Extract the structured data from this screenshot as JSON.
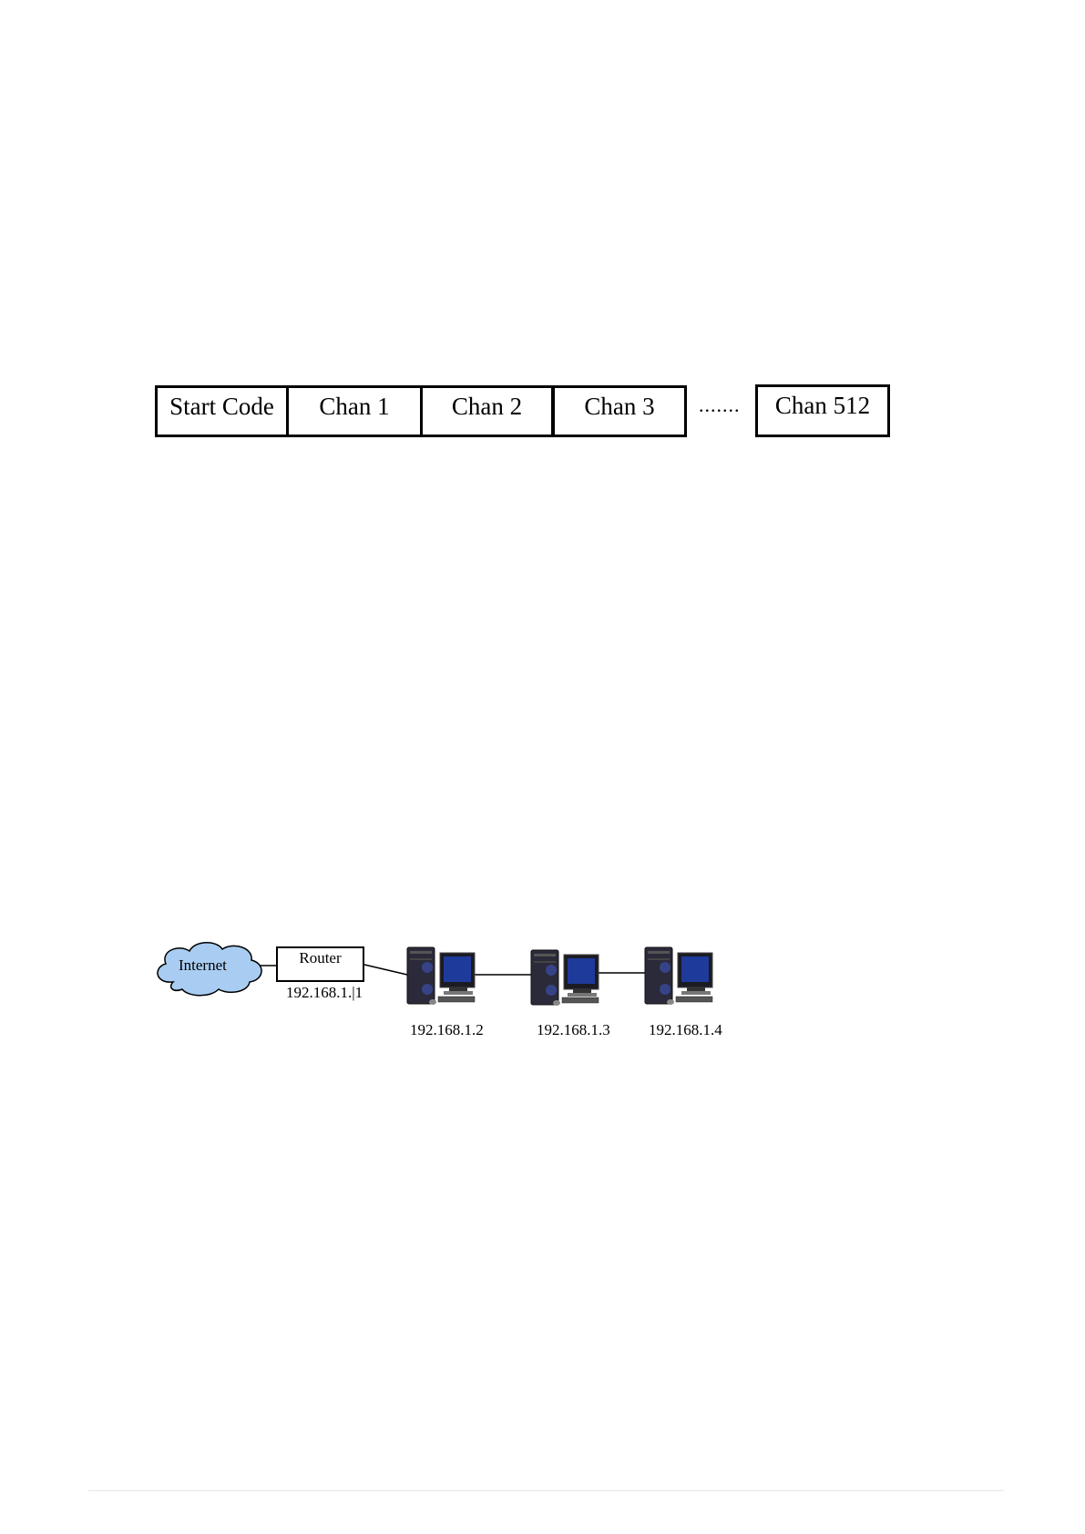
{
  "dmx_frame": {
    "start_label": "Start Code",
    "chan1_label": "Chan 1",
    "chan2_label": "Chan 2",
    "chan3_label": "Chan 3",
    "ellipsis": ".......",
    "chan512_label": "Chan 512"
  },
  "network": {
    "cloud_label": "Internet",
    "router_label": "Router",
    "router_ip": "192.168.1.|1",
    "pc1_ip": "192.168.1.2",
    "pc2_ip": "192.168.1.3",
    "pc3_ip": "192.168.1.4",
    "cloud_color": "#a9cdf2",
    "pc_color": "#2a2a3a"
  }
}
